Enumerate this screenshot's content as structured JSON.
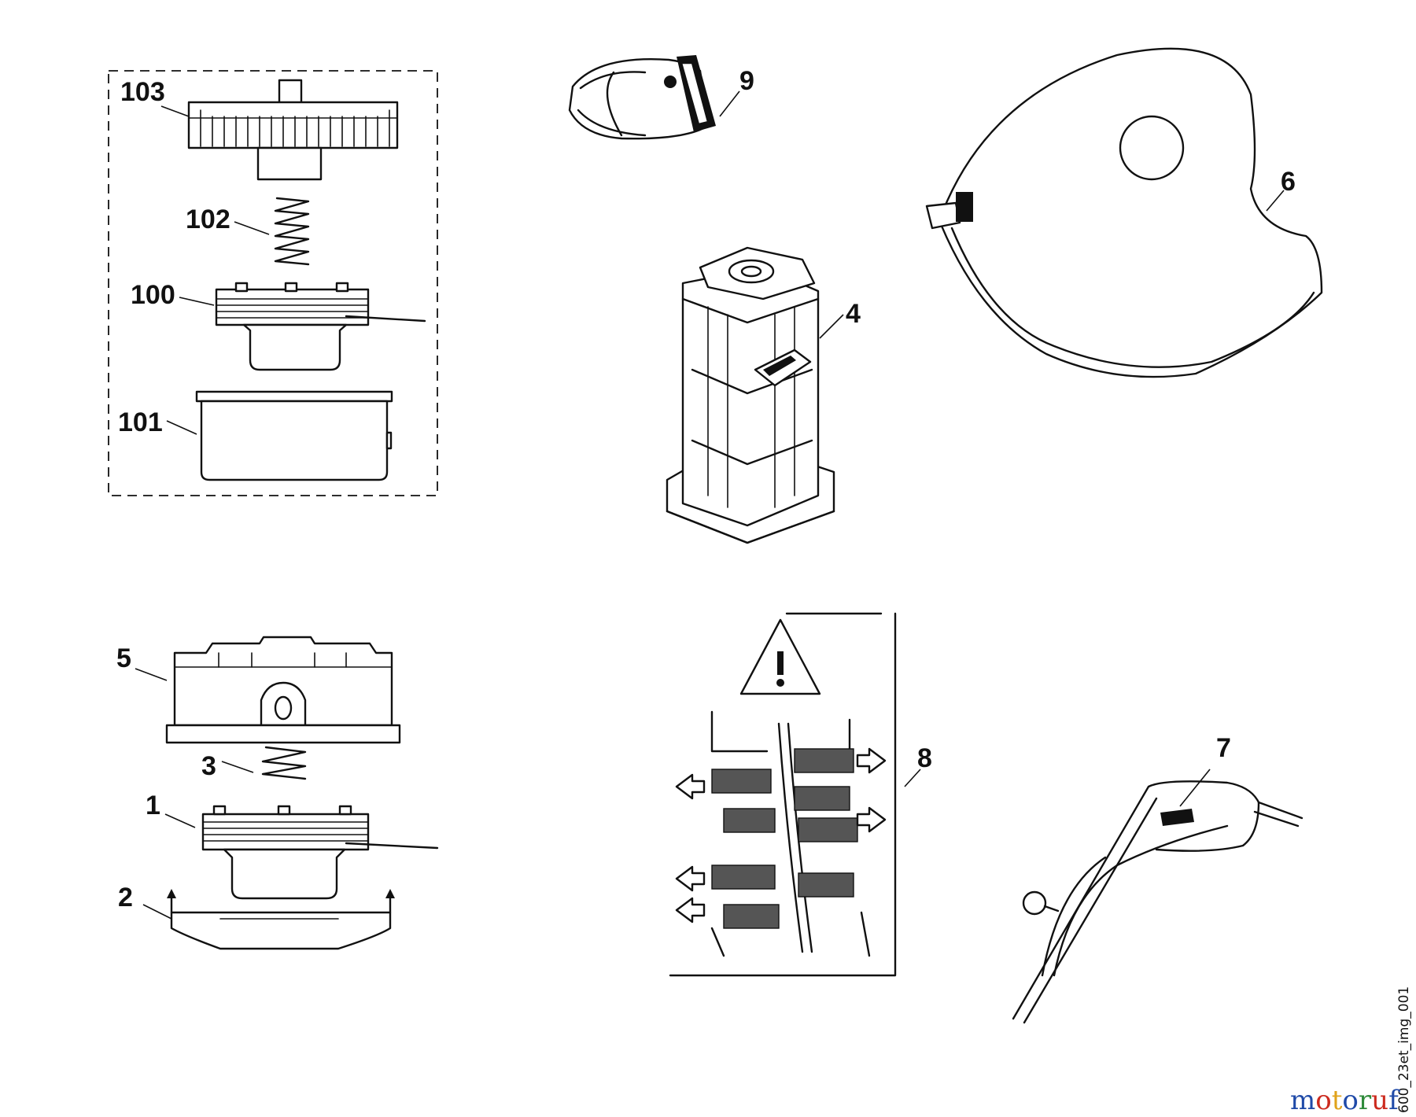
{
  "figure": {
    "callouts": [
      {
        "id": "c103",
        "label": "103"
      },
      {
        "id": "c102",
        "label": "102"
      },
      {
        "id": "c100",
        "label": "100"
      },
      {
        "id": "c101",
        "label": "101"
      },
      {
        "id": "c9",
        "label": "9"
      },
      {
        "id": "c4",
        "label": "4"
      },
      {
        "id": "c6",
        "label": "6"
      },
      {
        "id": "c5",
        "label": "5"
      },
      {
        "id": "c3",
        "label": "3"
      },
      {
        "id": "c1",
        "label": "1"
      },
      {
        "id": "c2",
        "label": "2"
      },
      {
        "id": "c8",
        "label": "8"
      },
      {
        "id": "c7",
        "label": "7"
      }
    ],
    "drawing_code": "600_23et_img_001",
    "watermark": {
      "text": "motoruf",
      "colors": [
        "#1f4aa8",
        "#cc2a1e",
        "#e0a21a",
        "#1f4aa8",
        "#2e8a3a",
        "#cc2a1e",
        "#1f4aa8"
      ]
    }
  }
}
